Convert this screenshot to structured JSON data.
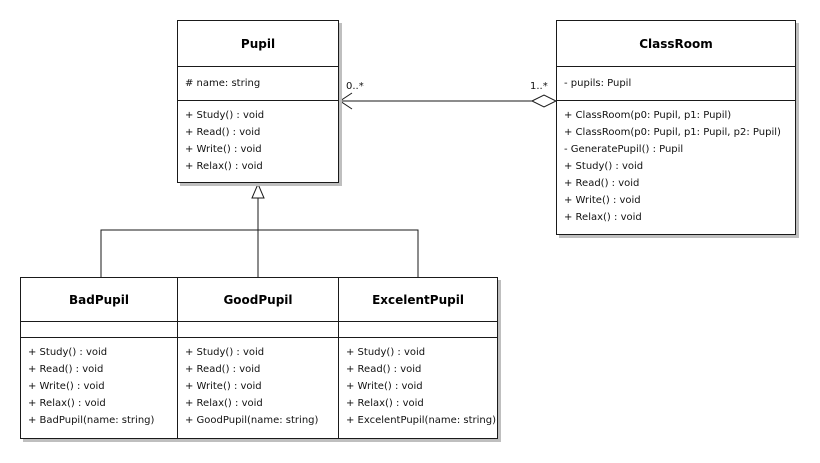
{
  "classes": {
    "pupil": {
      "name": "Pupil",
      "attributes": [
        "# name: string"
      ],
      "operations": [
        "+ Study() : void",
        "+ Read() : void",
        "+ Write() : void",
        "+ Relax() : void"
      ]
    },
    "classroom": {
      "name": "ClassRoom",
      "attributes": [
        "- pupils: Pupil"
      ],
      "operations": [
        "+ ClassRoom(p0: Pupil, p1: Pupil)",
        "+ ClassRoom(p0: Pupil, p1: Pupil, p2: Pupil)",
        "- GeneratePupil() : Pupil",
        "+ Study() : void",
        "+ Read() : void",
        "+ Write() : void",
        "+ Relax() : void"
      ]
    },
    "badpupil": {
      "name": "BadPupil",
      "attributes": [],
      "operations": [
        "+ Study() : void",
        "+ Read() : void",
        "+ Write() : void",
        "+ Relax() : void",
        "+ BadPupil(name: string)"
      ]
    },
    "goodpupil": {
      "name": "GoodPupil",
      "attributes": [],
      "operations": [
        "+ Study() : void",
        "+ Read() : void",
        "+ Write() : void",
        "+ Relax() : void",
        "+ GoodPupil(name: string)"
      ]
    },
    "excelentpupil": {
      "name": "ExcelentPupil",
      "attributes": [],
      "operations": [
        "+ Study() : void",
        "+ Read() : void",
        "+ Write() : void",
        "+ Relax() : void",
        "+ ExcelentPupil(name: string)"
      ]
    }
  },
  "association": {
    "pupil_end": "0..*",
    "classroom_end": "1..*"
  }
}
